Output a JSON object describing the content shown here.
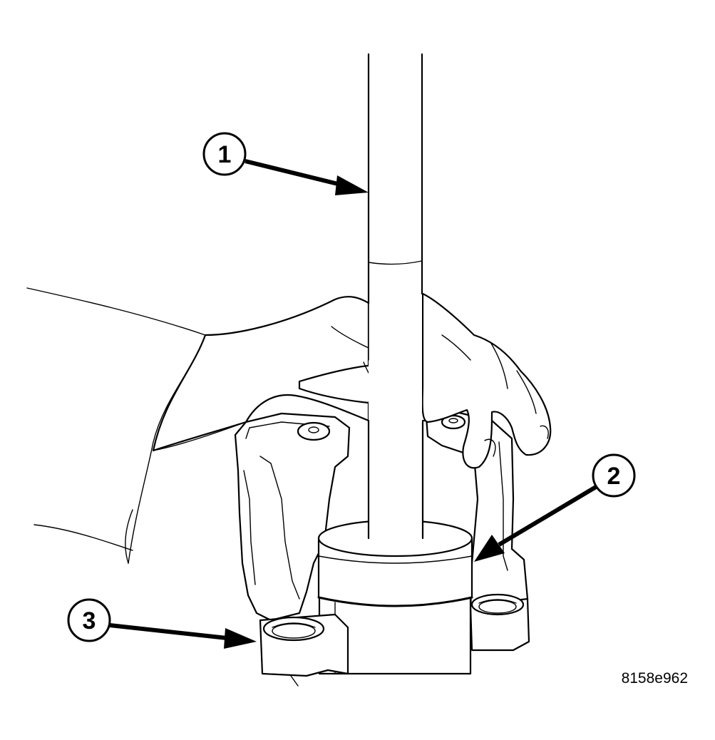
{
  "callouts": [
    {
      "number": "1"
    },
    {
      "number": "2"
    },
    {
      "number": "3"
    }
  ],
  "figure_code": "8158e962",
  "colors": {
    "line": "#000000",
    "background": "#ffffff"
  }
}
